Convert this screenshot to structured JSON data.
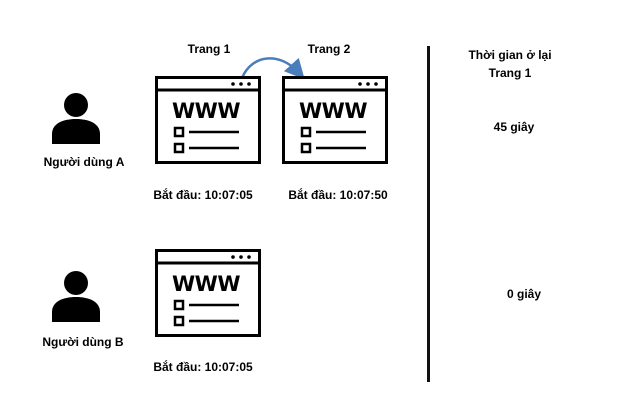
{
  "header": {
    "page1": "Trang 1",
    "page2": "Trang 2",
    "dwell_title_line1": "Thời gian ở lại",
    "dwell_title_line2": "Trang 1"
  },
  "browser_text": "WWW",
  "users": [
    {
      "name": "Người dùng A",
      "visits": [
        {
          "start": "Bắt đầu: 10:07:05"
        },
        {
          "start": "Bắt đầu: 10:07:50"
        }
      ],
      "dwell": "45 giây"
    },
    {
      "name": "Người dùng B",
      "visits": [
        {
          "start": "Bắt đầu: 10:07:05"
        }
      ],
      "dwell": "0 giây"
    }
  ],
  "colors": {
    "arrow": "#4a7ebb",
    "stroke": "#000000"
  },
  "icons": [
    "user-icon",
    "browser-window-icon",
    "curved-arrow-icon"
  ]
}
